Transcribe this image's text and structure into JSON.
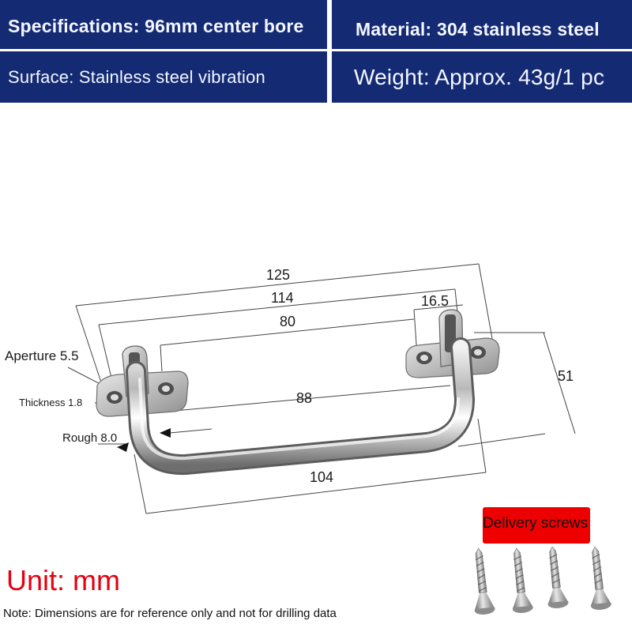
{
  "specs": {
    "specifications": "Specifications: 96mm center bore",
    "material": "Material: 304 stainless steel",
    "surface": "Surface: Stainless steel vibration",
    "weight": "Weight: Approx. 43g/1 pc"
  },
  "dimensions": {
    "overall": "125",
    "outer_hole_span": "114",
    "inner_span": "80",
    "plate_width": "16.5",
    "height": "51",
    "handle_inner": "88",
    "bottom_length": "104"
  },
  "callouts": {
    "aperture": "Aperture 5.5",
    "thickness": "Thickness 1.8",
    "rough": "Rough 8.0"
  },
  "delivery": {
    "label": "Delivery screws"
  },
  "unit": "Unit: mm",
  "note": "Note: Dimensions are for reference only and not for drilling data",
  "colors": {
    "banner": "#142b74",
    "unit_text": "#e60012",
    "badge": "#ef0000"
  }
}
